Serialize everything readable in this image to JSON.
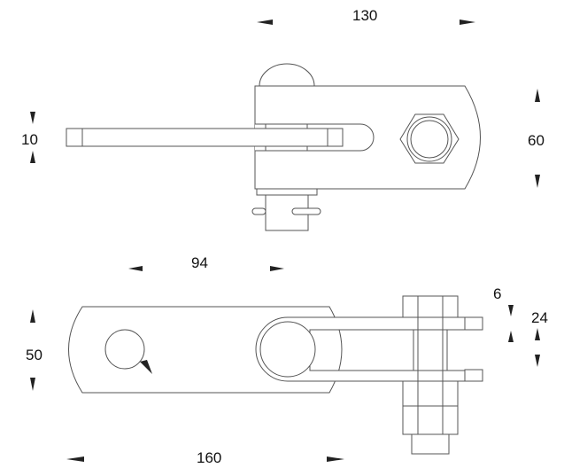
{
  "dimensions": {
    "top_width": "130",
    "rod_thickness": "10",
    "top_height": "60",
    "hole_spacing": "94",
    "bottom_height": "50",
    "bottom_length": "160",
    "prong_thickness": "6",
    "prong_gap": "24"
  }
}
